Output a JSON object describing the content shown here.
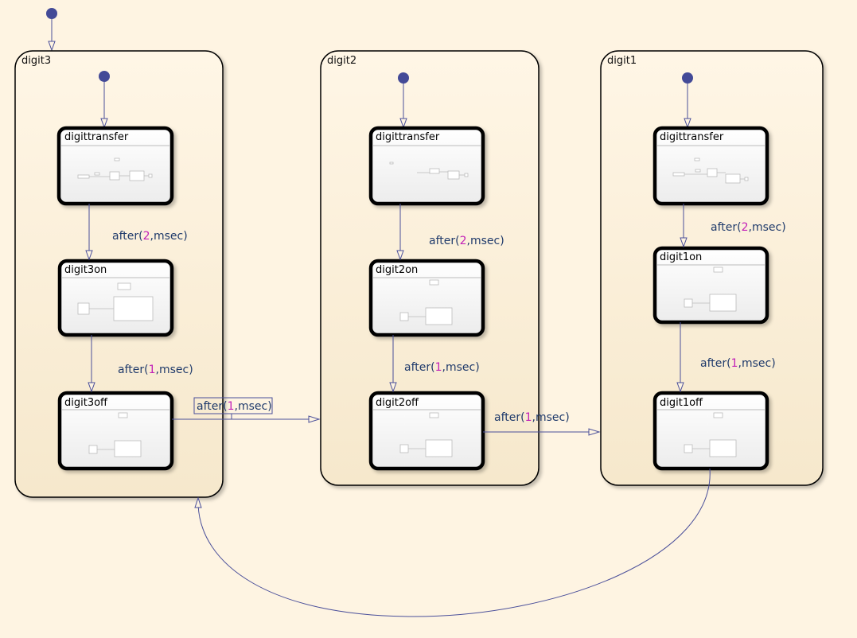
{
  "colors": {
    "background": "#fef4e2",
    "transition": "#4a4f9a",
    "default_dot": "#434a97",
    "label_text": "#1f3a6b",
    "label_number": "#c21fb8"
  },
  "superstates": [
    {
      "name": "digit3"
    },
    {
      "name": "digit2"
    },
    {
      "name": "digit1"
    }
  ],
  "substates": {
    "d3_transfer": "digittransfer",
    "d3_on": "digit3on",
    "d3_off": "digit3off",
    "d2_transfer": "digittransfer",
    "d2_on": "digit2on",
    "d2_off": "digit2off",
    "d1_transfer": "digittransfer",
    "d1_on": "digit1on",
    "d1_off": "digit1off"
  },
  "transitions": {
    "d3_transfer_on": {
      "pre": "after(",
      "num": "2",
      "post": ",msec)"
    },
    "d3_on_off": {
      "pre": "after(",
      "num": "1",
      "post": ",msec)"
    },
    "d3_to_d2": {
      "pre": "after(",
      "num": "1",
      "post": ",msec)"
    },
    "d2_transfer_on": {
      "pre": "after(",
      "num": "2",
      "post": ",msec)"
    },
    "d2_on_off": {
      "pre": "after(",
      "num": "1",
      "post": ",msec)"
    },
    "d2_to_d1": {
      "pre": "after(",
      "num": "1",
      "post": ",msec)"
    },
    "d1_transfer_on": {
      "pre": "after(",
      "num": "2",
      "post": ",msec)"
    },
    "d1_on_off": {
      "pre": "after(",
      "num": "1",
      "post": ",msec)"
    }
  }
}
